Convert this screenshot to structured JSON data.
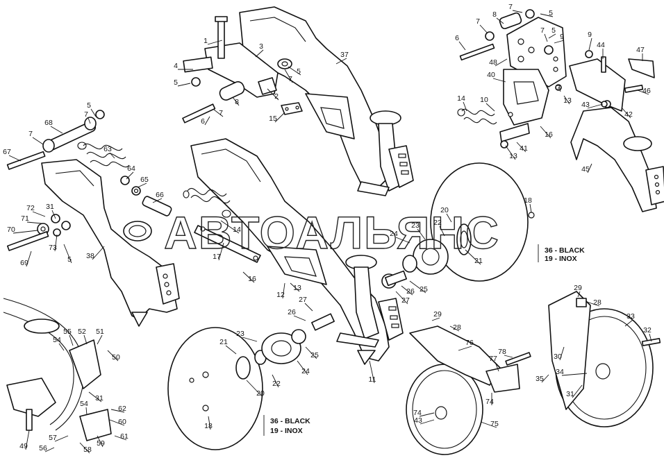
{
  "watermark": "АВТОАЛЬЯНС",
  "notes": {
    "lower_black": "36 - BLACK",
    "lower_inox": "19 - INOX",
    "right_black": "36 - BLACK",
    "right_inox": "19 - INOX"
  },
  "callouts": [
    "1",
    "2",
    "3",
    "4",
    "5",
    "6",
    "7",
    "8",
    "9",
    "10",
    "11",
    "12",
    "13",
    "14",
    "15",
    "16",
    "17",
    "18",
    "19",
    "20",
    "21",
    "22",
    "23",
    "24",
    "25",
    "26",
    "27",
    "28",
    "29",
    "30",
    "31",
    "32",
    "33",
    "34",
    "35",
    "36",
    "37",
    "38",
    "40",
    "41",
    "42",
    "43",
    "44",
    "45",
    "46",
    "47",
    "48",
    "49",
    "50",
    "51",
    "52",
    "54",
    "55",
    "56",
    "57",
    "58",
    "59",
    "60",
    "61",
    "62",
    "63",
    "64",
    "65",
    "66",
    "67",
    "68",
    "69",
    "70",
    "71",
    "72",
    "73",
    "74",
    "75",
    "76",
    "77",
    "78"
  ]
}
